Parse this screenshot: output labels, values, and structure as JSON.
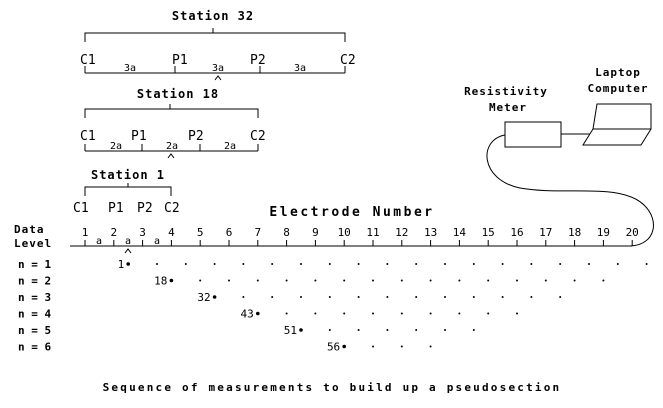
{
  "stations": [
    {
      "title": "Station 32",
      "labels": [
        "C1",
        "P1",
        "P2",
        "C2"
      ],
      "spacing": "3a"
    },
    {
      "title": "Station 18",
      "labels": [
        "C1",
        "P1",
        "P2",
        "C2"
      ],
      "spacing": "2a"
    },
    {
      "title": "Station 1",
      "labels": [
        "C1",
        "P1",
        "P2",
        "C2"
      ],
      "spacing": "a"
    }
  ],
  "electrode_axis": {
    "title": "Electrode Number",
    "numbers": [
      "1",
      "2",
      "3",
      "4",
      "5",
      "6",
      "7",
      "8",
      "9",
      "10",
      "11",
      "12",
      "13",
      "14",
      "15",
      "16",
      "17",
      "18",
      "19",
      "20"
    ],
    "spacing_label": "a"
  },
  "data_level_label": [
    "Data",
    "Level"
  ],
  "levels": [
    {
      "label": "n = 1",
      "marked": "1",
      "count": 19
    },
    {
      "label": "n = 2",
      "marked": "18",
      "count": 16
    },
    {
      "label": "n = 3",
      "marked": "32",
      "count": 13
    },
    {
      "label": "n = 4",
      "marked": "43",
      "count": 10
    },
    {
      "label": "n = 5",
      "marked": "51",
      "count": 7
    },
    {
      "label": "n = 6",
      "marked": "56",
      "count": 4
    }
  ],
  "equipment": {
    "meter": [
      "Resistivity",
      "Meter"
    ],
    "computer": [
      "Laptop",
      "Computer"
    ]
  },
  "caption": "Sequence of measurements to build up a pseudosection"
}
